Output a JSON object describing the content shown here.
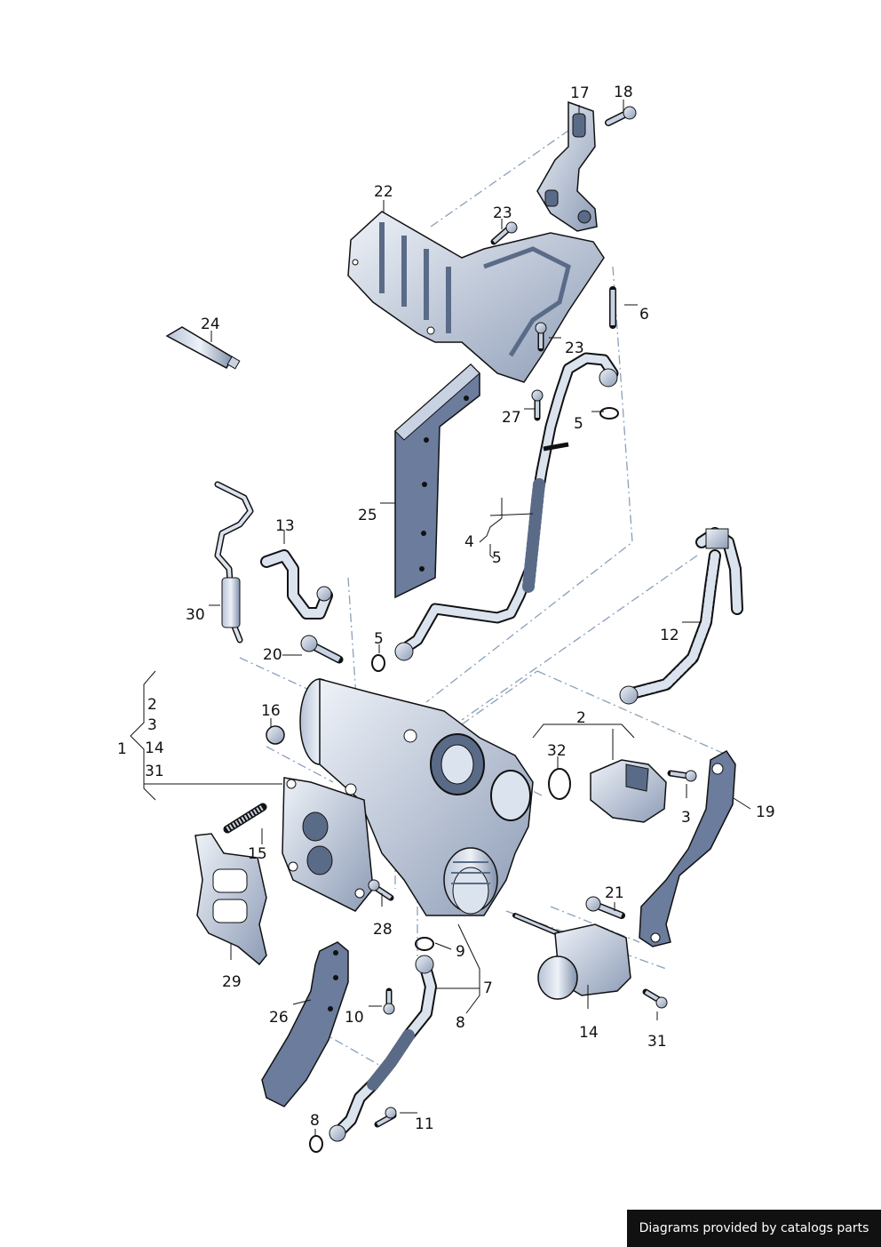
{
  "callouts": {
    "c17": "17",
    "c18": "18",
    "c22": "22",
    "c23a": "23",
    "c6": "6",
    "c23b": "23",
    "c24": "24",
    "c27": "27",
    "c5a": "5",
    "c25": "25",
    "c4": "4",
    "c5b": "5",
    "c13": "13",
    "c30": "30",
    "c5c": "5",
    "c12": "12",
    "c20": "20",
    "c2a": "2",
    "c3a": "3",
    "c14a": "14",
    "c31a": "31",
    "c1": "1",
    "c16": "16",
    "c2b": "2",
    "c32": "32",
    "c3b": "3",
    "c19": "19",
    "c15": "15",
    "c21": "21",
    "c28": "28",
    "c29": "29",
    "c9": "9",
    "c7": "7",
    "c26": "26",
    "c10": "10",
    "c8a": "8",
    "c14b": "14",
    "c31b": "31",
    "c8b": "8",
    "c11": "11"
  },
  "footer": {
    "credit": "Diagrams provided by catalogs parts"
  },
  "colors": {
    "part_fill": "#cfd8e6",
    "part_dark": "#7a8aa6",
    "gasket": "#6b7c9c",
    "line": "#111111",
    "dash": "#8aa0b8"
  }
}
